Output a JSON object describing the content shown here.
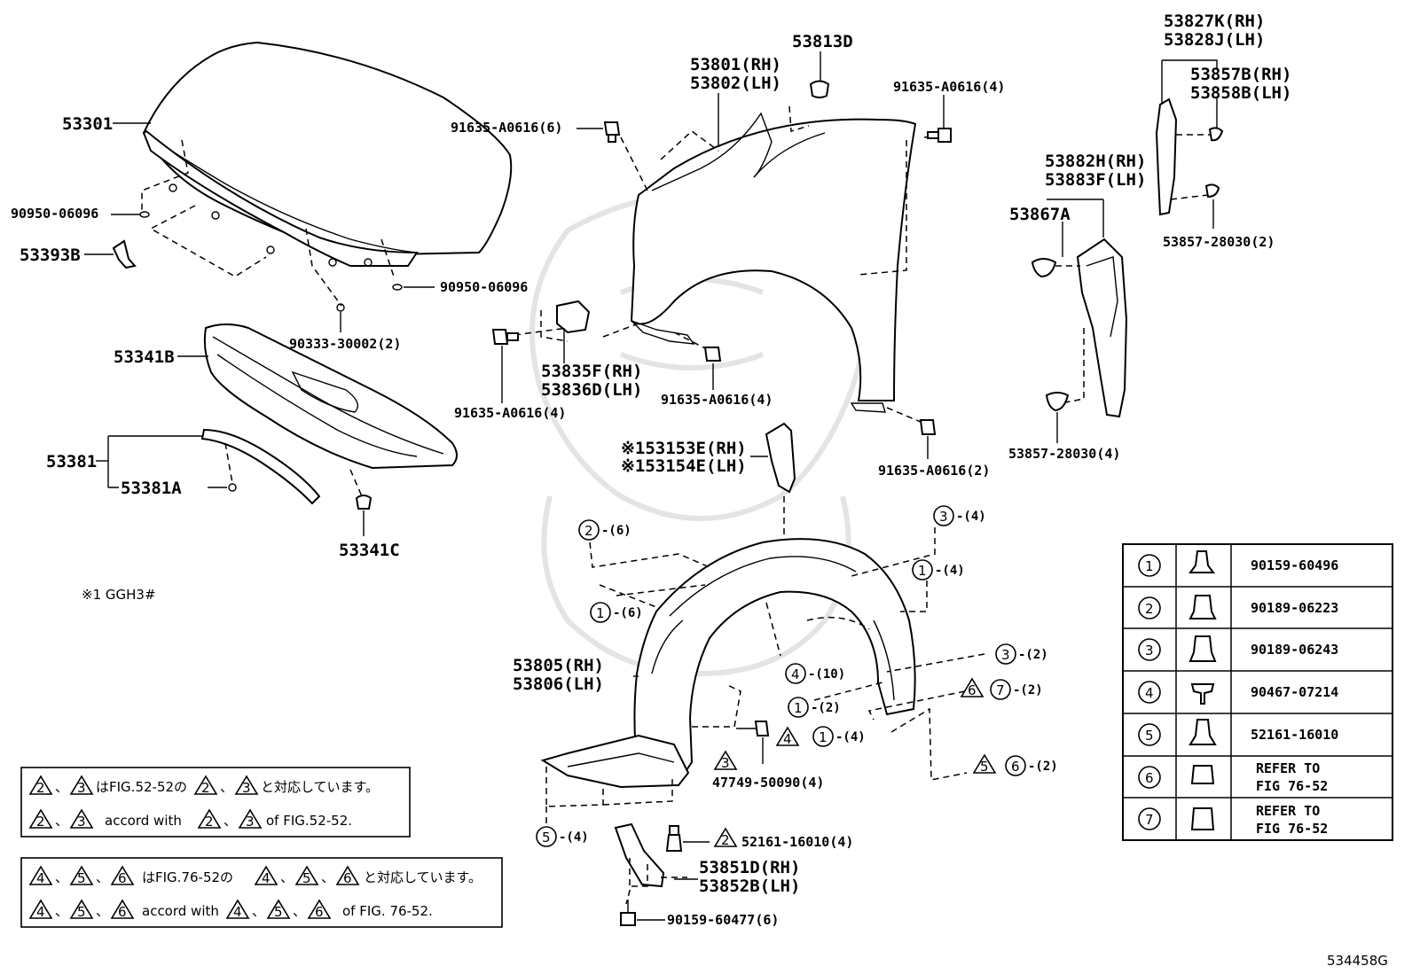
{
  "labels": {
    "hood": "53301",
    "hood_insulator_clip_left": "90950-06096",
    "hood_insulator_clip_right": "90950-06096",
    "hood_stay_bracket": "53393B",
    "hood_bumper": "90333-30002(2)",
    "hood_insulator": "53341B",
    "hood_seal_set": "53381",
    "hood_seal_clip": "53381A",
    "insulator_retainer": "53341C",
    "note_ggh3": "※1 GGH3#",
    "fender_rh": "53801(RH)",
    "fender_lh": "53802(LH)",
    "fender_cover": "53813D",
    "bolt_fender_6": "91635-A0616(6)",
    "bolt_fender_4_top": "91635-A0616(4)",
    "bracket_rh": "53835F(RH)",
    "bracket_lh": "53836D(LH)",
    "bolt_bracket_4": "91635-A0616(4)",
    "bolt_fender_4_mid": "91635-A0616(4)",
    "bolt_fender_2": "91635-A0616(2)",
    "seal_rh": "53827K(RH)",
    "seal_lh": "53828J(LH)",
    "clip_rh": "53857B(RH)",
    "clip_lh": "53858B(LH)",
    "clip_2": "53857-28030(2)",
    "protector_rh": "53882H(RH)",
    "protector_lh": "53883F(LH)",
    "protector_clip": "53867A",
    "clip_4": "53857-28030(4)",
    "bracket2_rh": "※153153E(RH)",
    "bracket2_lh": "※153154E(LH)",
    "liner_rh": "53805(RH)",
    "liner_lh": "53806(LH)",
    "screw_47749": "47749-50090(4)",
    "clip_52161": "52161-16010(4)",
    "shield_rh": "53851D(RH)",
    "shield_lh": "53852B(LH)",
    "screw_90159": "90159-60477(6)",
    "figure_id": "534458G"
  },
  "callouts": {
    "c2_6": "-(6)",
    "c1_6": "-(6)",
    "c3_4": "-(4)",
    "c1_4a": "-(4)",
    "c4_10": "-(10)",
    "c3_2": "-(2)",
    "c7_2": "-(2)",
    "c1_2": "-(2)",
    "c1_4b": "-(4)",
    "c6_2": "-(2)",
    "c5_4": "-(4)"
  },
  "legend_table": [
    {
      "num": "1",
      "part": "90159-60496"
    },
    {
      "num": "2",
      "part": "90189-06223"
    },
    {
      "num": "3",
      "part": "90189-06243"
    },
    {
      "num": "4",
      "part": "90467-07214"
    },
    {
      "num": "5",
      "part": "52161-16010"
    },
    {
      "num": "6",
      "part": "REFER TO",
      "part2": "FIG 76-52"
    },
    {
      "num": "7",
      "part": "REFER TO",
      "part2": "FIG 76-52"
    }
  ],
  "notes": {
    "box1_line1_a": "、",
    "box1_line1_b": "はFIG.52-52の",
    "box1_line1_c": "、",
    "box1_line1_d": "と対応しています。",
    "box1_line2_a": "、",
    "box1_line2_b": "accord with",
    "box1_line2_c": "、",
    "box1_line2_d": "of FIG.52-52.",
    "box2_line1_b": "はFIG.76-52の",
    "box2_line1_d": "と対応しています。",
    "box2_line2_b": "accord with",
    "box2_line2_d": "of FIG. 76-52."
  }
}
